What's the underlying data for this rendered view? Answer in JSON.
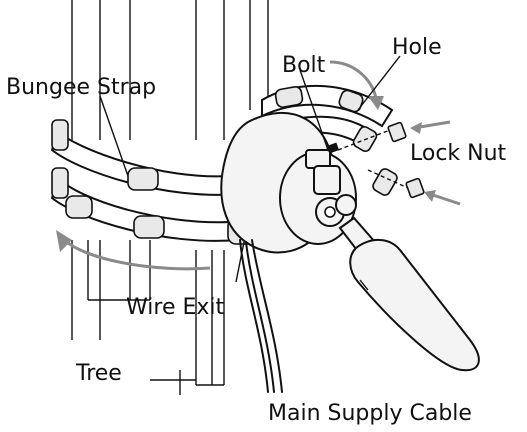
{
  "labels": {
    "bungee_strap": "Bungee Strap",
    "bolt": "Bolt",
    "hole": "Hole",
    "lock_nut": "Lock Nut",
    "wire_exit": "Wire Exit",
    "tree": "Tree",
    "main_supply_cable": "Main Supply Cable"
  },
  "colors": {
    "line": "#111111",
    "arrow": "#8a8a8a",
    "fill_light": "#f4f4f4"
  }
}
